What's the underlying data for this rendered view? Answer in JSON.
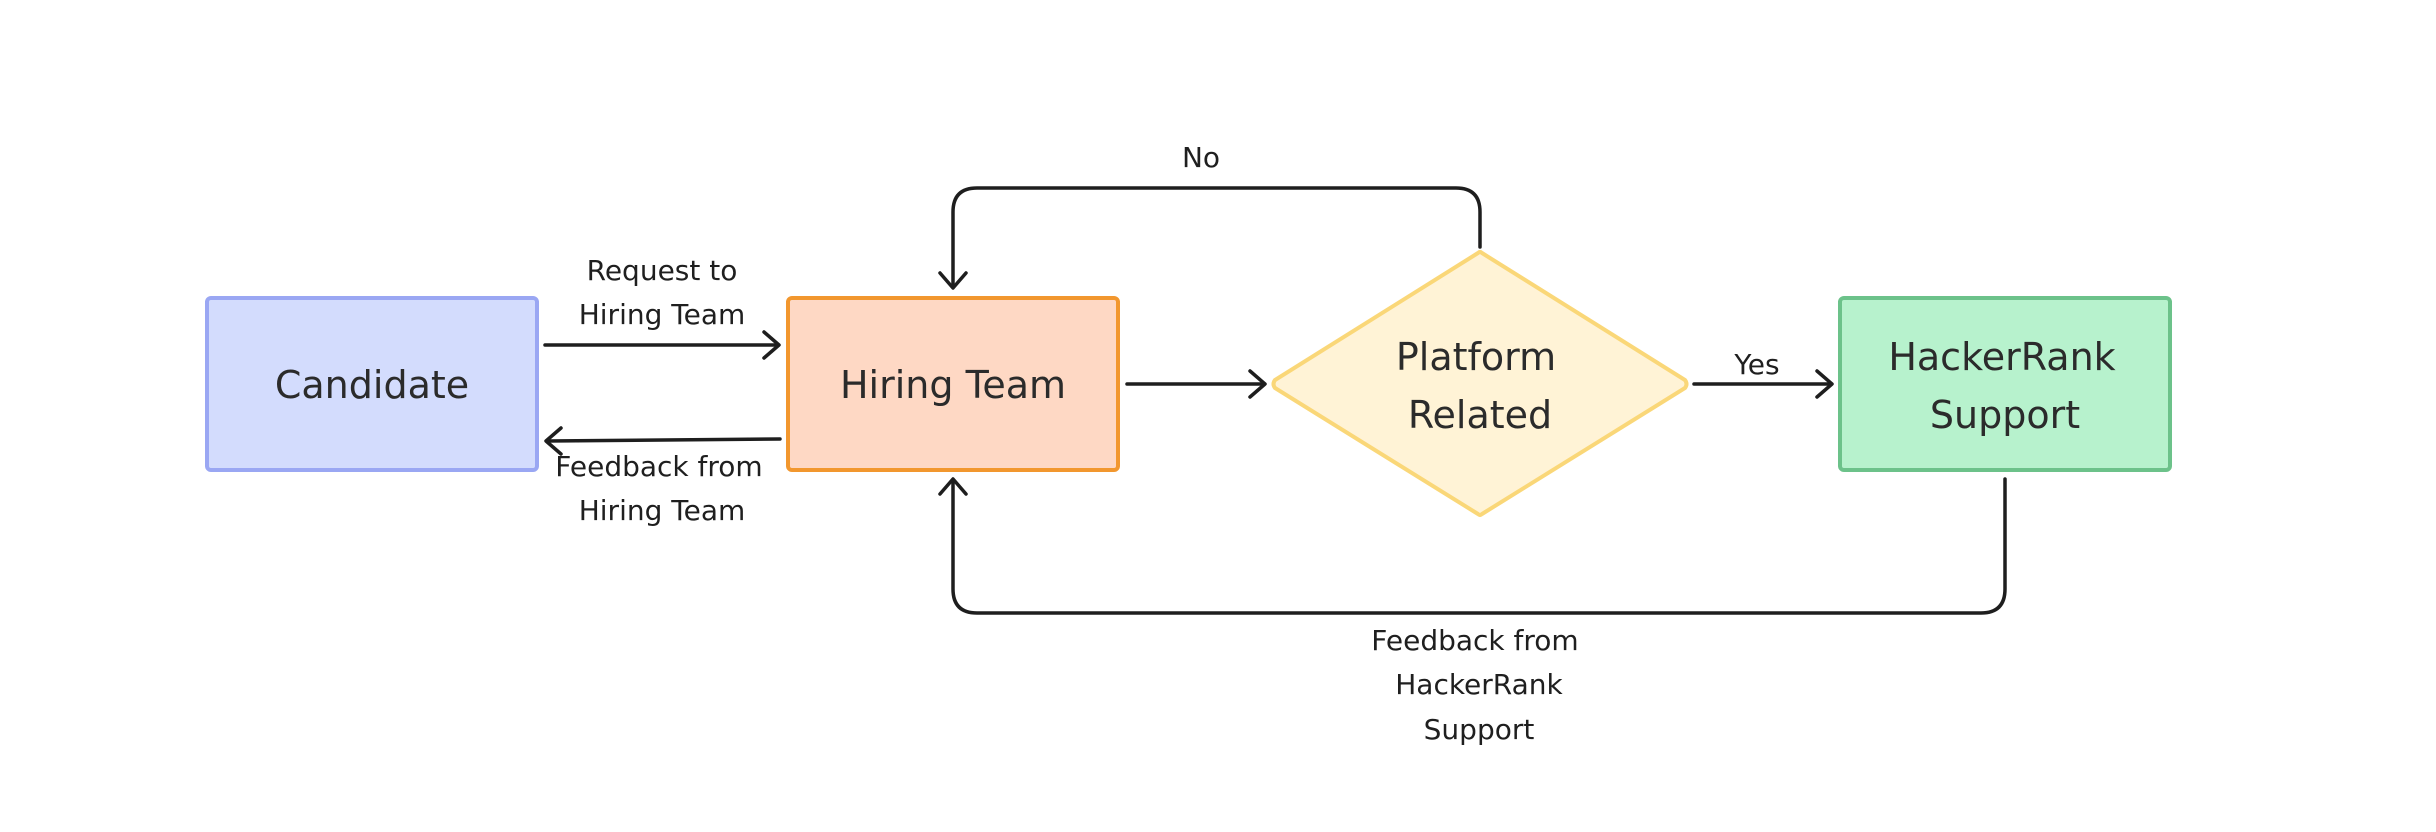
{
  "nodes": {
    "candidate": {
      "label": "Candidate",
      "fill": "#d3dcfd",
      "stroke": "#9aa7f3"
    },
    "hiring_team": {
      "label": "Hiring Team",
      "fill": "#fed8c4",
      "stroke": "#f2972e"
    },
    "platform_related": {
      "line1": "Platform",
      "line2": "Related",
      "fill": "#fff3d6",
      "stroke": "#fad778"
    },
    "hackerrank_support": {
      "line1": "HackerRank",
      "line2": "Support",
      "fill": "#b7f2cd",
      "stroke": "#6cc28a"
    }
  },
  "edges": {
    "request": {
      "line1": "Request to",
      "line2": "Hiring Team"
    },
    "feedback_hiring": {
      "line1": "Feedback from",
      "line2": "Hiring Team"
    },
    "no": {
      "label": "No"
    },
    "yes": {
      "label": "Yes"
    },
    "feedback_hackerrank": {
      "line1": "Feedback from",
      "line2": "HackerRank",
      "line3": "Support"
    }
  },
  "colors": {
    "line": "#1e1e1e"
  }
}
